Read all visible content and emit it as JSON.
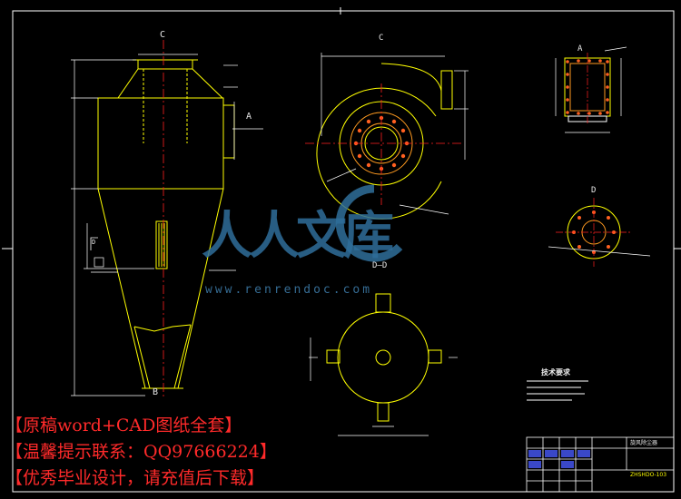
{
  "drawing": {
    "view_labels": {
      "front_top": "C",
      "front_bottom": "B",
      "inlet_arrow": "A",
      "top_view": "C",
      "flange_view": "A",
      "outlet_view": "D",
      "section_view": "D—D",
      "left_marker": "D"
    },
    "tech_requirements_title": "技术要求",
    "title_block": {
      "part_name": "旋风除尘器",
      "drawing_no": "ZHSHDO-103"
    }
  },
  "watermark": {
    "text": "人人文库",
    "url": "www.renrendoc.com"
  },
  "promo": {
    "line1": "【原稿word+CAD图纸全套】",
    "line2": "【温馨提示联系：QQ97666224】",
    "line3": "【优秀毕业设计，请充值后下载】"
  },
  "colors": {
    "background": "#000000",
    "line": "#ffffff",
    "structure": "#ffff00",
    "center_line": "#ff2020",
    "promo_text": "#ff2a2a",
    "watermark": "#2f6e9a"
  }
}
